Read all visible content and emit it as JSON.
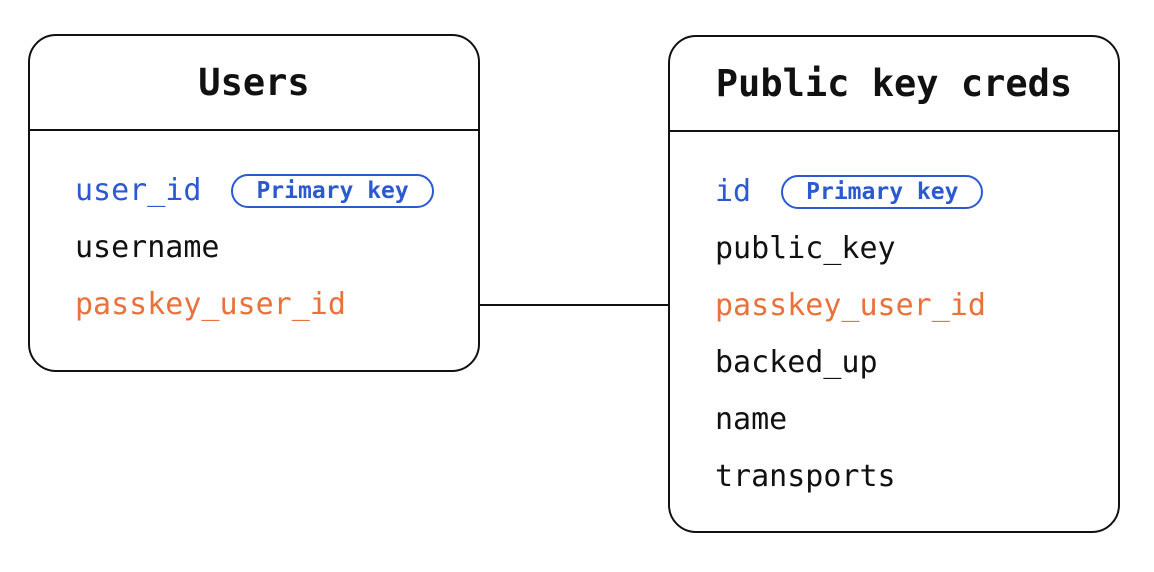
{
  "diagram": {
    "tables": [
      {
        "title": "Users",
        "fields": [
          {
            "name": "user_id",
            "badge": "Primary key",
            "role": "primary-key"
          },
          {
            "name": "username",
            "role": "regular"
          },
          {
            "name": "passkey_user_id",
            "role": "highlighted"
          }
        ]
      },
      {
        "title": "Public key creds",
        "fields": [
          {
            "name": "id",
            "badge": "Primary key",
            "role": "primary-key"
          },
          {
            "name": "public_key",
            "role": "regular"
          },
          {
            "name": "passkey_user_id",
            "role": "highlighted"
          },
          {
            "name": "backed_up",
            "role": "regular"
          },
          {
            "name": "name",
            "role": "regular"
          },
          {
            "name": "transports",
            "role": "regular"
          }
        ]
      }
    ],
    "connector": {
      "connects": [
        "Users",
        "Public key creds"
      ],
      "row": "passkey_user_id"
    },
    "colors": {
      "primary_key_blue": "#2b59d0",
      "highlight_orange": "#eb713a",
      "text_black": "#111111",
      "border_black": "#111111",
      "background": "#ffffff"
    }
  }
}
